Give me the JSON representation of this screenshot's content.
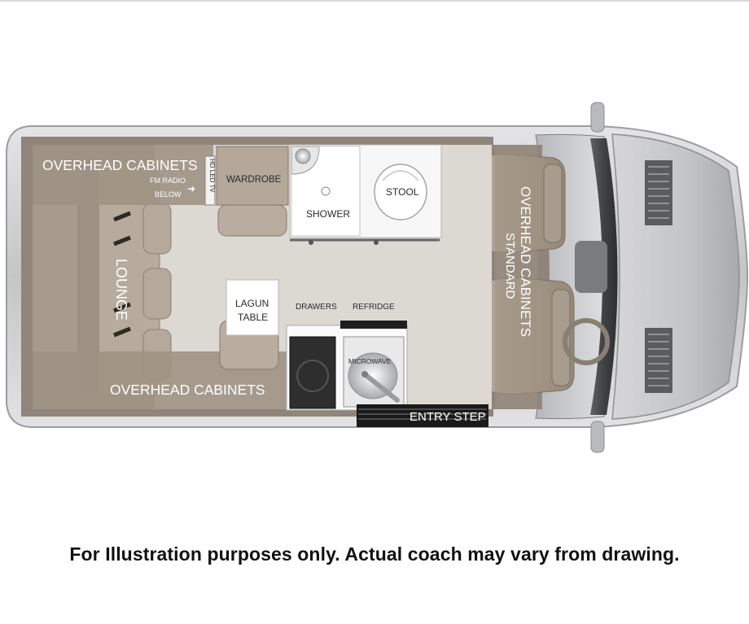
{
  "labels": {
    "overhead_top": "OVERHEAD CABINETS",
    "fm_radio_line1": "FM RADIO",
    "fm_radio_line2": "BELOW",
    "hd_tv": "HD LED TV",
    "wardrobe": "WARDROBE",
    "shower": "SHOWER",
    "stool": "STOOL",
    "lounge": "LOUNGE",
    "table_line1": "LAGUN",
    "table_line2": "TABLE",
    "drawers": "DRAWERS",
    "refridge": "REFRIDGE",
    "microwave": "MICROWAVE",
    "overhead_bottom": "OVERHEAD CABINETS",
    "entry_step": "ENTRY STEP",
    "overhead_right_line1": "OVERHEAD CABINETS",
    "overhead_right_line2": "STANDARD"
  },
  "disclaimer": "For Illustration purposes only.  Actual coach may vary from drawing.",
  "colors": {
    "interior_floor": "#dcd9d3",
    "cabinet_taupe": "#9e9284",
    "body_gray": "#b9babc",
    "fixture_white": "#f7f7f7"
  }
}
